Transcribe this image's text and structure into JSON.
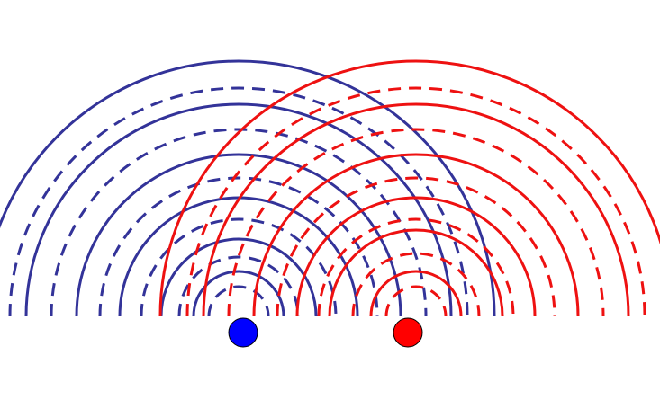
{
  "diagram": {
    "sources": [
      {
        "id": "left-source",
        "color": "#0000ff",
        "wave_color": "#333399",
        "solid_radii": [
          50,
          86,
          132,
          180,
          236,
          284
        ],
        "dashed_radii": [
          33,
          66,
          108,
          154,
          208,
          254
        ]
      },
      {
        "id": "right-source",
        "color": "#ff0000",
        "wave_color": "#ee1111",
        "solid_radii": [
          50,
          96,
          132,
          180,
          236,
          284
        ],
        "dashed_radii": [
          33,
          70,
          108,
          154,
          208,
          254
        ]
      }
    ]
  }
}
